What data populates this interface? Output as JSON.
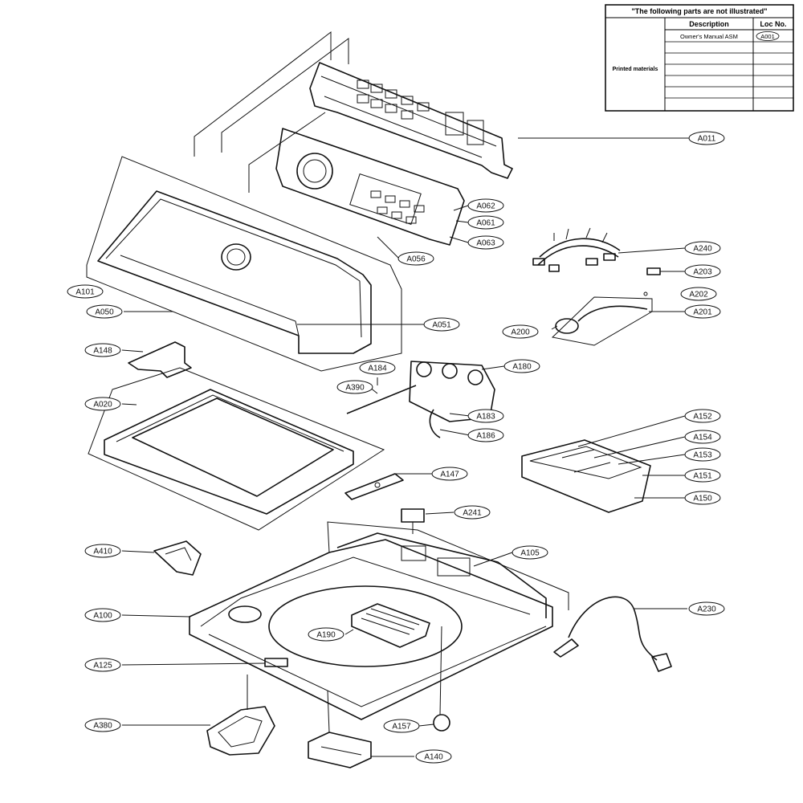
{
  "legend": {
    "title": "\"The following parts are not illustrated\"",
    "col_description": "Description",
    "col_loc": "Loc No.",
    "row_group": "Printed materials",
    "rows": [
      {
        "description": "Owner's Manual ASM",
        "loc": "A001"
      }
    ]
  },
  "callouts": [
    {
      "id": "A011",
      "label": "A011"
    },
    {
      "id": "A062",
      "label": "A062"
    },
    {
      "id": "A061",
      "label": "A061"
    },
    {
      "id": "A063",
      "label": "A063"
    },
    {
      "id": "A056",
      "label": "A056"
    },
    {
      "id": "A240",
      "label": "A240"
    },
    {
      "id": "A203",
      "label": "A203"
    },
    {
      "id": "A202",
      "label": "A202"
    },
    {
      "id": "A201",
      "label": "A201"
    },
    {
      "id": "A200",
      "label": "A200"
    },
    {
      "id": "A101",
      "label": "A101"
    },
    {
      "id": "A050",
      "label": "A050"
    },
    {
      "id": "A051",
      "label": "A051"
    },
    {
      "id": "A148",
      "label": "A148"
    },
    {
      "id": "A184",
      "label": "A184"
    },
    {
      "id": "A180",
      "label": "A180"
    },
    {
      "id": "A390",
      "label": "A390"
    },
    {
      "id": "A183",
      "label": "A183"
    },
    {
      "id": "A186",
      "label": "A186"
    },
    {
      "id": "A020",
      "label": "A020"
    },
    {
      "id": "A152",
      "label": "A152"
    },
    {
      "id": "A154",
      "label": "A154"
    },
    {
      "id": "A153",
      "label": "A153"
    },
    {
      "id": "A151",
      "label": "A151"
    },
    {
      "id": "A150",
      "label": "A150"
    },
    {
      "id": "A147",
      "label": "A147"
    },
    {
      "id": "A241",
      "label": "A241"
    },
    {
      "id": "A410",
      "label": "A410"
    },
    {
      "id": "A105",
      "label": "A105"
    },
    {
      "id": "A100",
      "label": "A100"
    },
    {
      "id": "A230",
      "label": "A230"
    },
    {
      "id": "A190",
      "label": "A190"
    },
    {
      "id": "A125",
      "label": "A125"
    },
    {
      "id": "A380",
      "label": "A380"
    },
    {
      "id": "A157",
      "label": "A157"
    },
    {
      "id": "A140",
      "label": "A140"
    }
  ]
}
